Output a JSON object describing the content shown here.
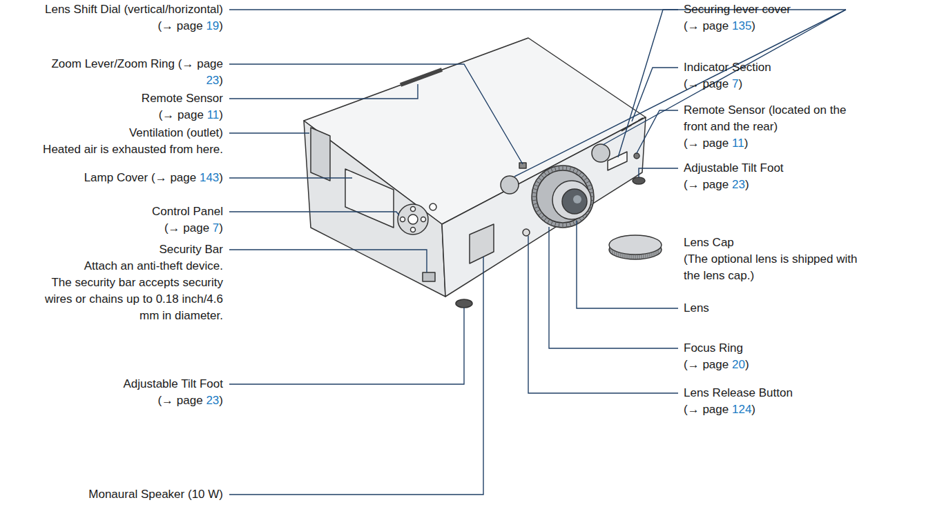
{
  "diagram": {
    "labels": [
      "Lens Shift Dial (vertical/horizontal) (→ page 19)",
      "Zoom Lever/Zoom Ring (→ page 23)",
      "Remote Sensor (→ page 11)",
      "Ventilation (outlet) Heated air is exhausted from here.",
      "Lamp Cover (→ page 143)",
      "Control Panel (→ page 7)",
      "Security Bar Attach an anti-theft device. The security bar accepts security wires or chains up to 0.18 inch/4.6 mm in diameter.",
      "Adjustable Tilt Foot (→ page 23)",
      "Monaural Speaker (10 W)",
      "Securing lever cover (→ page 135)",
      "Indicator Section (→ page 7)",
      "Remote Sensor (located on the front and the rear) (→ page 11)",
      "Adjustable Tilt Foot (→ page 23)",
      "Lens Cap (The optional lens is shipped with the lens cap.)",
      "Lens",
      "Focus Ring (→ page 20)",
      "Lens Release Button (→ page 124)"
    ]
  }
}
